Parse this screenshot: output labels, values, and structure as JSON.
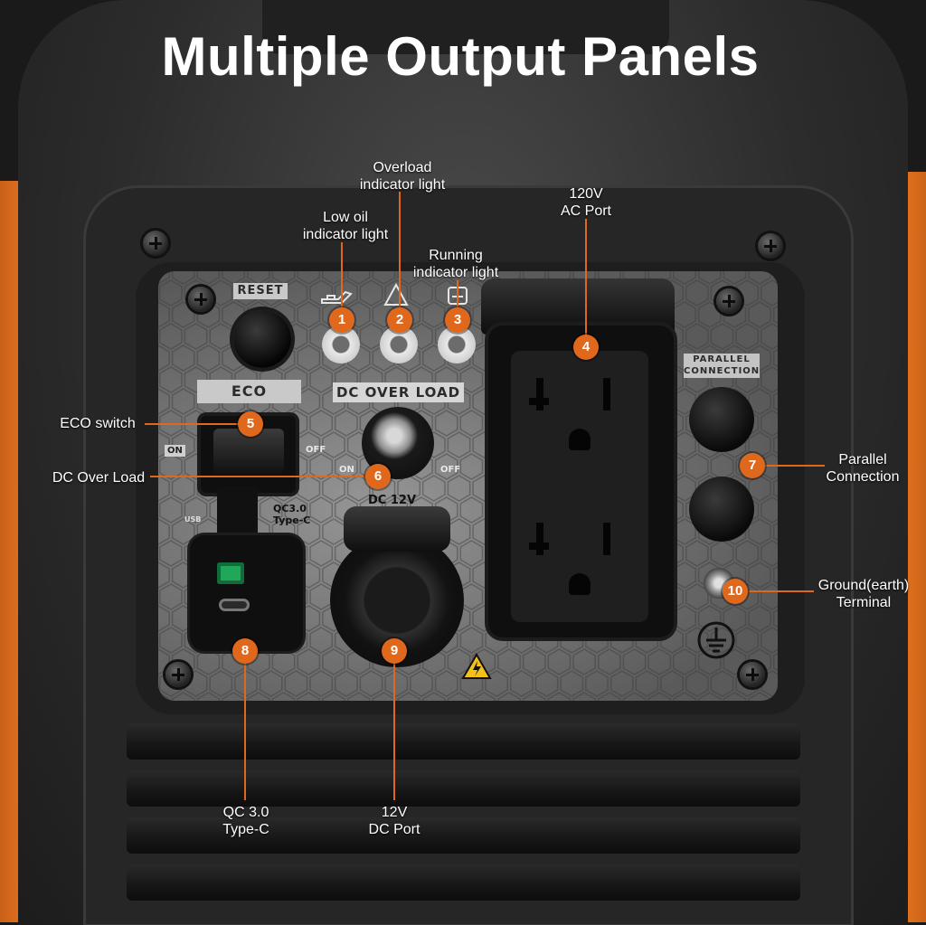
{
  "title": "Multiple Output Panels",
  "panel_labels": {
    "reset": "RESET",
    "eco": "ECO",
    "dc_overload": "DC OVER LOAD",
    "eco_on": "ON",
    "eco_off": "OFF",
    "dc_on": "ON",
    "dc_off": "OFF",
    "parallel": [
      "PARALLEL",
      "CONNECTION"
    ],
    "qc": [
      "QC3.0",
      "Type-C"
    ],
    "usb": "USB",
    "dc_port": "DC 12V"
  },
  "callouts": {
    "low_oil": [
      "Low oil",
      "indicator light"
    ],
    "overload": [
      "Overload",
      "indicator light"
    ],
    "running": [
      "Running",
      "indicator light"
    ],
    "ac_port": [
      "120V",
      "AC Port"
    ],
    "eco_switch": "ECO switch",
    "dc_overload": "DC Over Load",
    "parallel": [
      "Parallel",
      "Connection"
    ],
    "ground": [
      "Ground(earth)",
      "Terminal"
    ],
    "qc": [
      "QC 3.0",
      "Type-C"
    ],
    "dc_port": [
      "12V",
      "DC Port"
    ]
  },
  "badges": [
    "1",
    "2",
    "3",
    "4",
    "5",
    "6",
    "7",
    "8",
    "9",
    "10"
  ],
  "colors": {
    "accent": "#e0681c",
    "generator_orange": "#e3741f",
    "usb_green": "#20a75a"
  }
}
